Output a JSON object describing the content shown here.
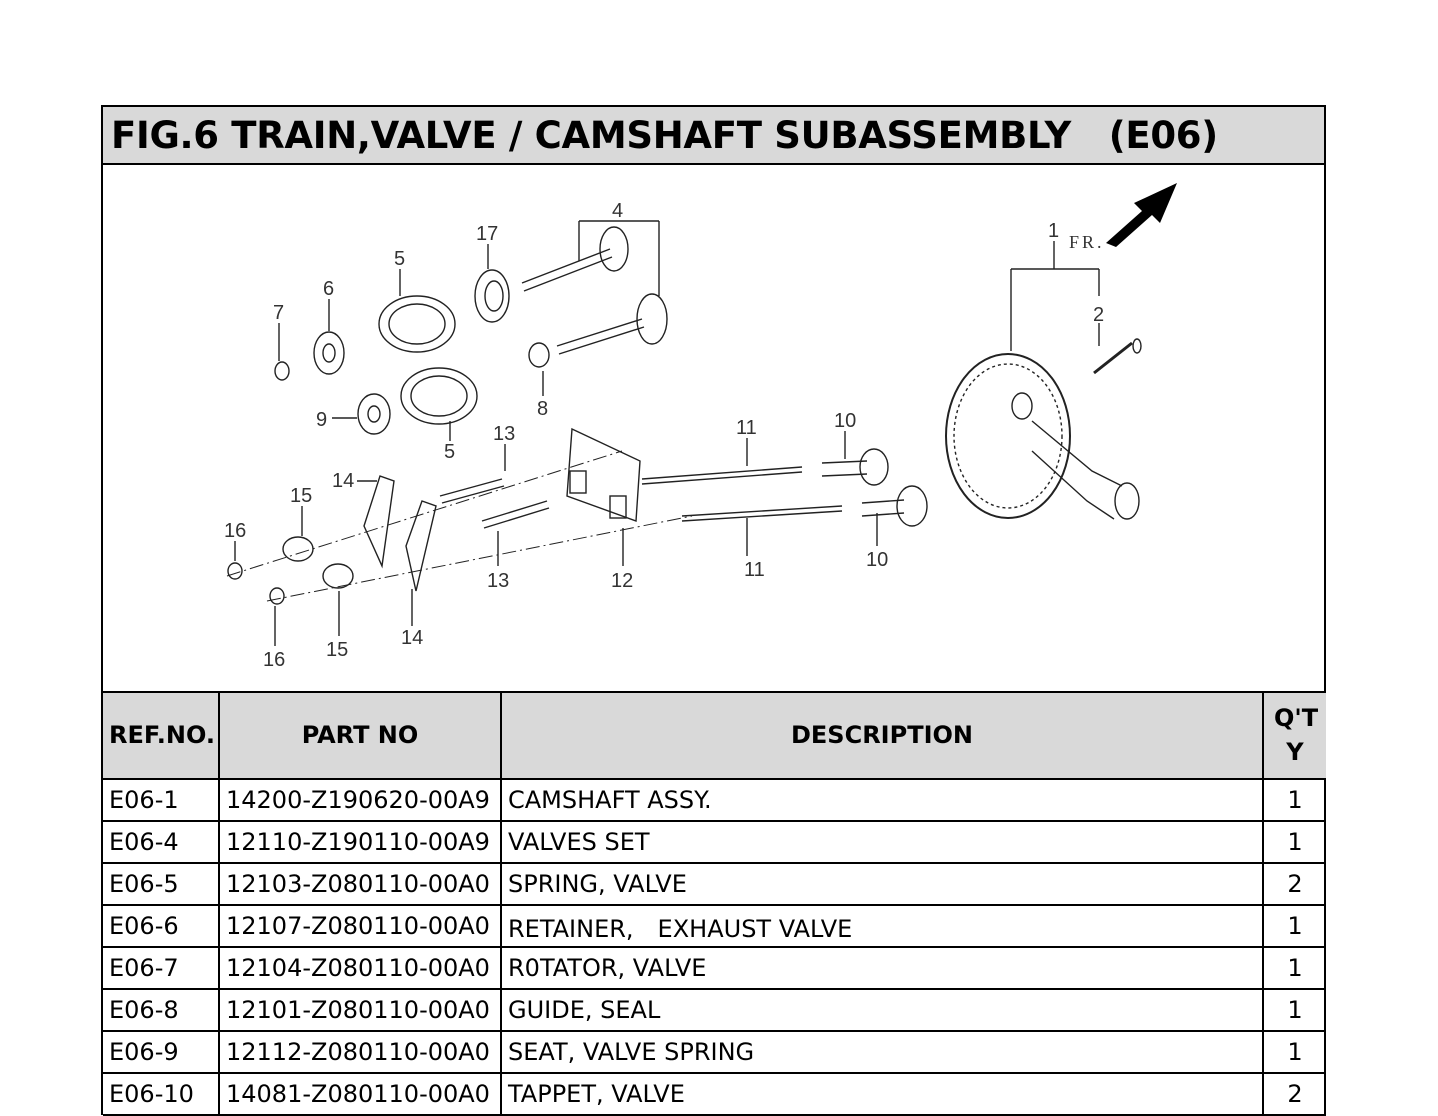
{
  "title": "FIG.6 TRAIN,VALVE / CAMSHAFT SUBASSEMBLY   (E06)",
  "diagram": {
    "direction_label": "FR.",
    "callouts": [
      "1",
      "2",
      "4",
      "5",
      "5",
      "6",
      "7",
      "8",
      "9",
      "10",
      "10",
      "11",
      "11",
      "12",
      "13",
      "13",
      "14",
      "14",
      "15",
      "15",
      "16",
      "16",
      "17"
    ]
  },
  "table": {
    "headers": {
      "ref": "REF.NO.",
      "part": "PART NO",
      "desc": "DESCRIPTION",
      "qty": "Q'TY"
    },
    "rows": [
      {
        "ref": "E06-1",
        "part": "14200-Z190620-00A9",
        "desc": "CAMSHAFT ASSY.",
        "qty": "1"
      },
      {
        "ref": "E06-4",
        "part": "12110-Z190110-00A9",
        "desc": "VALVES SET",
        "qty": "1"
      },
      {
        "ref": "E06-5",
        "part": "12103-Z080110-00A0",
        "desc": "SPRING, VALVE",
        "qty": "2"
      },
      {
        "ref": "E06-6",
        "part": "12107-Z080110-00A0",
        "desc": "RETAINER,　EXHAUST VALVE",
        "qty": "1"
      },
      {
        "ref": "E06-7",
        "part": "12104-Z080110-00A0",
        "desc": "R0TATOR, VALVE",
        "qty": "1"
      },
      {
        "ref": "E06-8",
        "part": "12101-Z080110-00A0",
        "desc": "GUIDE, SEAL",
        "qty": "1"
      },
      {
        "ref": "E06-9",
        "part": "12112-Z080110-00A0",
        "desc": "SEAT, VALVE SPRING",
        "qty": "1"
      },
      {
        "ref": "E06-10",
        "part": "14081-Z080110-00A0",
        "desc": "TAPPET, VALVE",
        "qty": "2"
      }
    ]
  }
}
